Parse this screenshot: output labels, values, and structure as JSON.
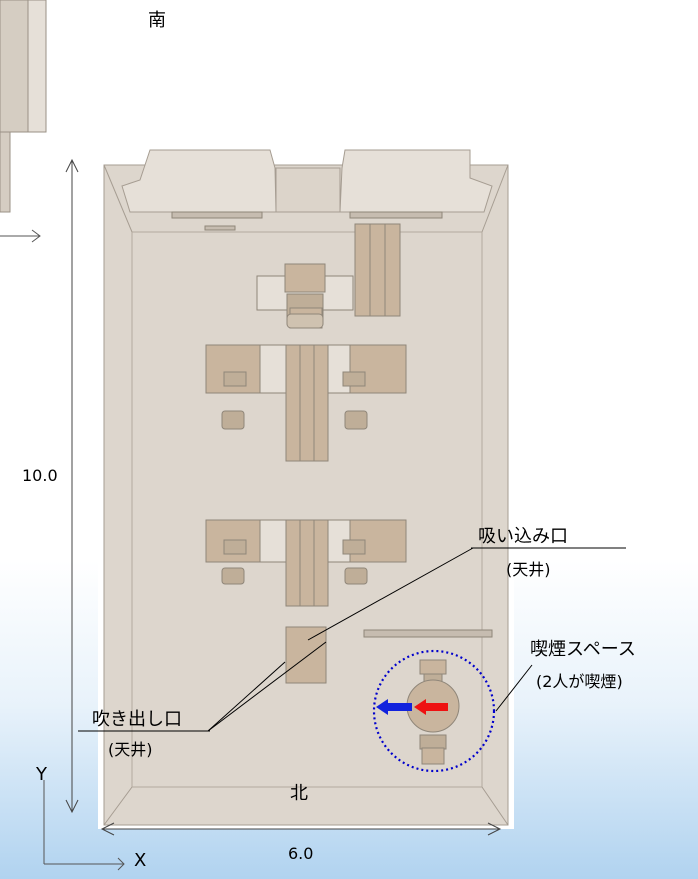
{
  "labels": {
    "south": "南",
    "north": "北",
    "height_dim": "10.0",
    "width_dim": "6.0",
    "intake_title": "吸い込み口",
    "intake_sub": "天井",
    "outlet_title": "吹き出し口",
    "outlet_sub": "天井",
    "smoking_title": "喫煙スペース",
    "smoking_sub": "2人が喫煙",
    "axis_x": "X",
    "axis_y": "Y"
  },
  "colors": {
    "floor": "#ddd6cd",
    "wall": "#cfc7bc",
    "furniture": "#c9b59e",
    "arrow_red": "#ee1111",
    "arrow_blue": "#1122dd",
    "circle": "#0000cc"
  },
  "icons": [
    "arrow-right-icon",
    "arrow-left-icon"
  ]
}
